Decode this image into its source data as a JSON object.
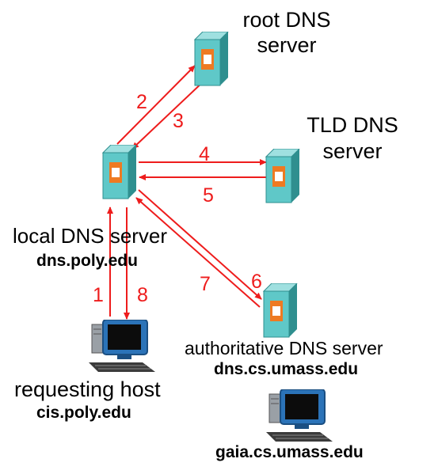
{
  "colors": {
    "arrow": "#ee1c1c",
    "server_body": "#5fc8c8",
    "server_dark": "#2f8f8f",
    "server_window": "#ee7a22",
    "monitor": "#2b73b8",
    "keyboard": "#3b3b3b"
  },
  "nodes": {
    "root": {
      "line1": "root DNS",
      "line2": "server",
      "icon": "server-icon"
    },
    "tld": {
      "line1": "TLD DNS",
      "line2": "server",
      "icon": "server-icon"
    },
    "local": {
      "name": "local DNS server",
      "host": "dns.poly.edu",
      "icon": "server-icon"
    },
    "authoritative": {
      "name": "authoritative DNS server",
      "host": "dns.cs.umass.edu",
      "icon": "server-icon"
    },
    "requesting": {
      "name": "requesting host",
      "host": "cis.poly.edu",
      "icon": "computer-icon"
    },
    "gaia": {
      "host": "gaia.cs.umass.edu",
      "icon": "computer-icon"
    }
  },
  "steps": [
    "1",
    "2",
    "3",
    "4",
    "5",
    "6",
    "7",
    "8"
  ]
}
